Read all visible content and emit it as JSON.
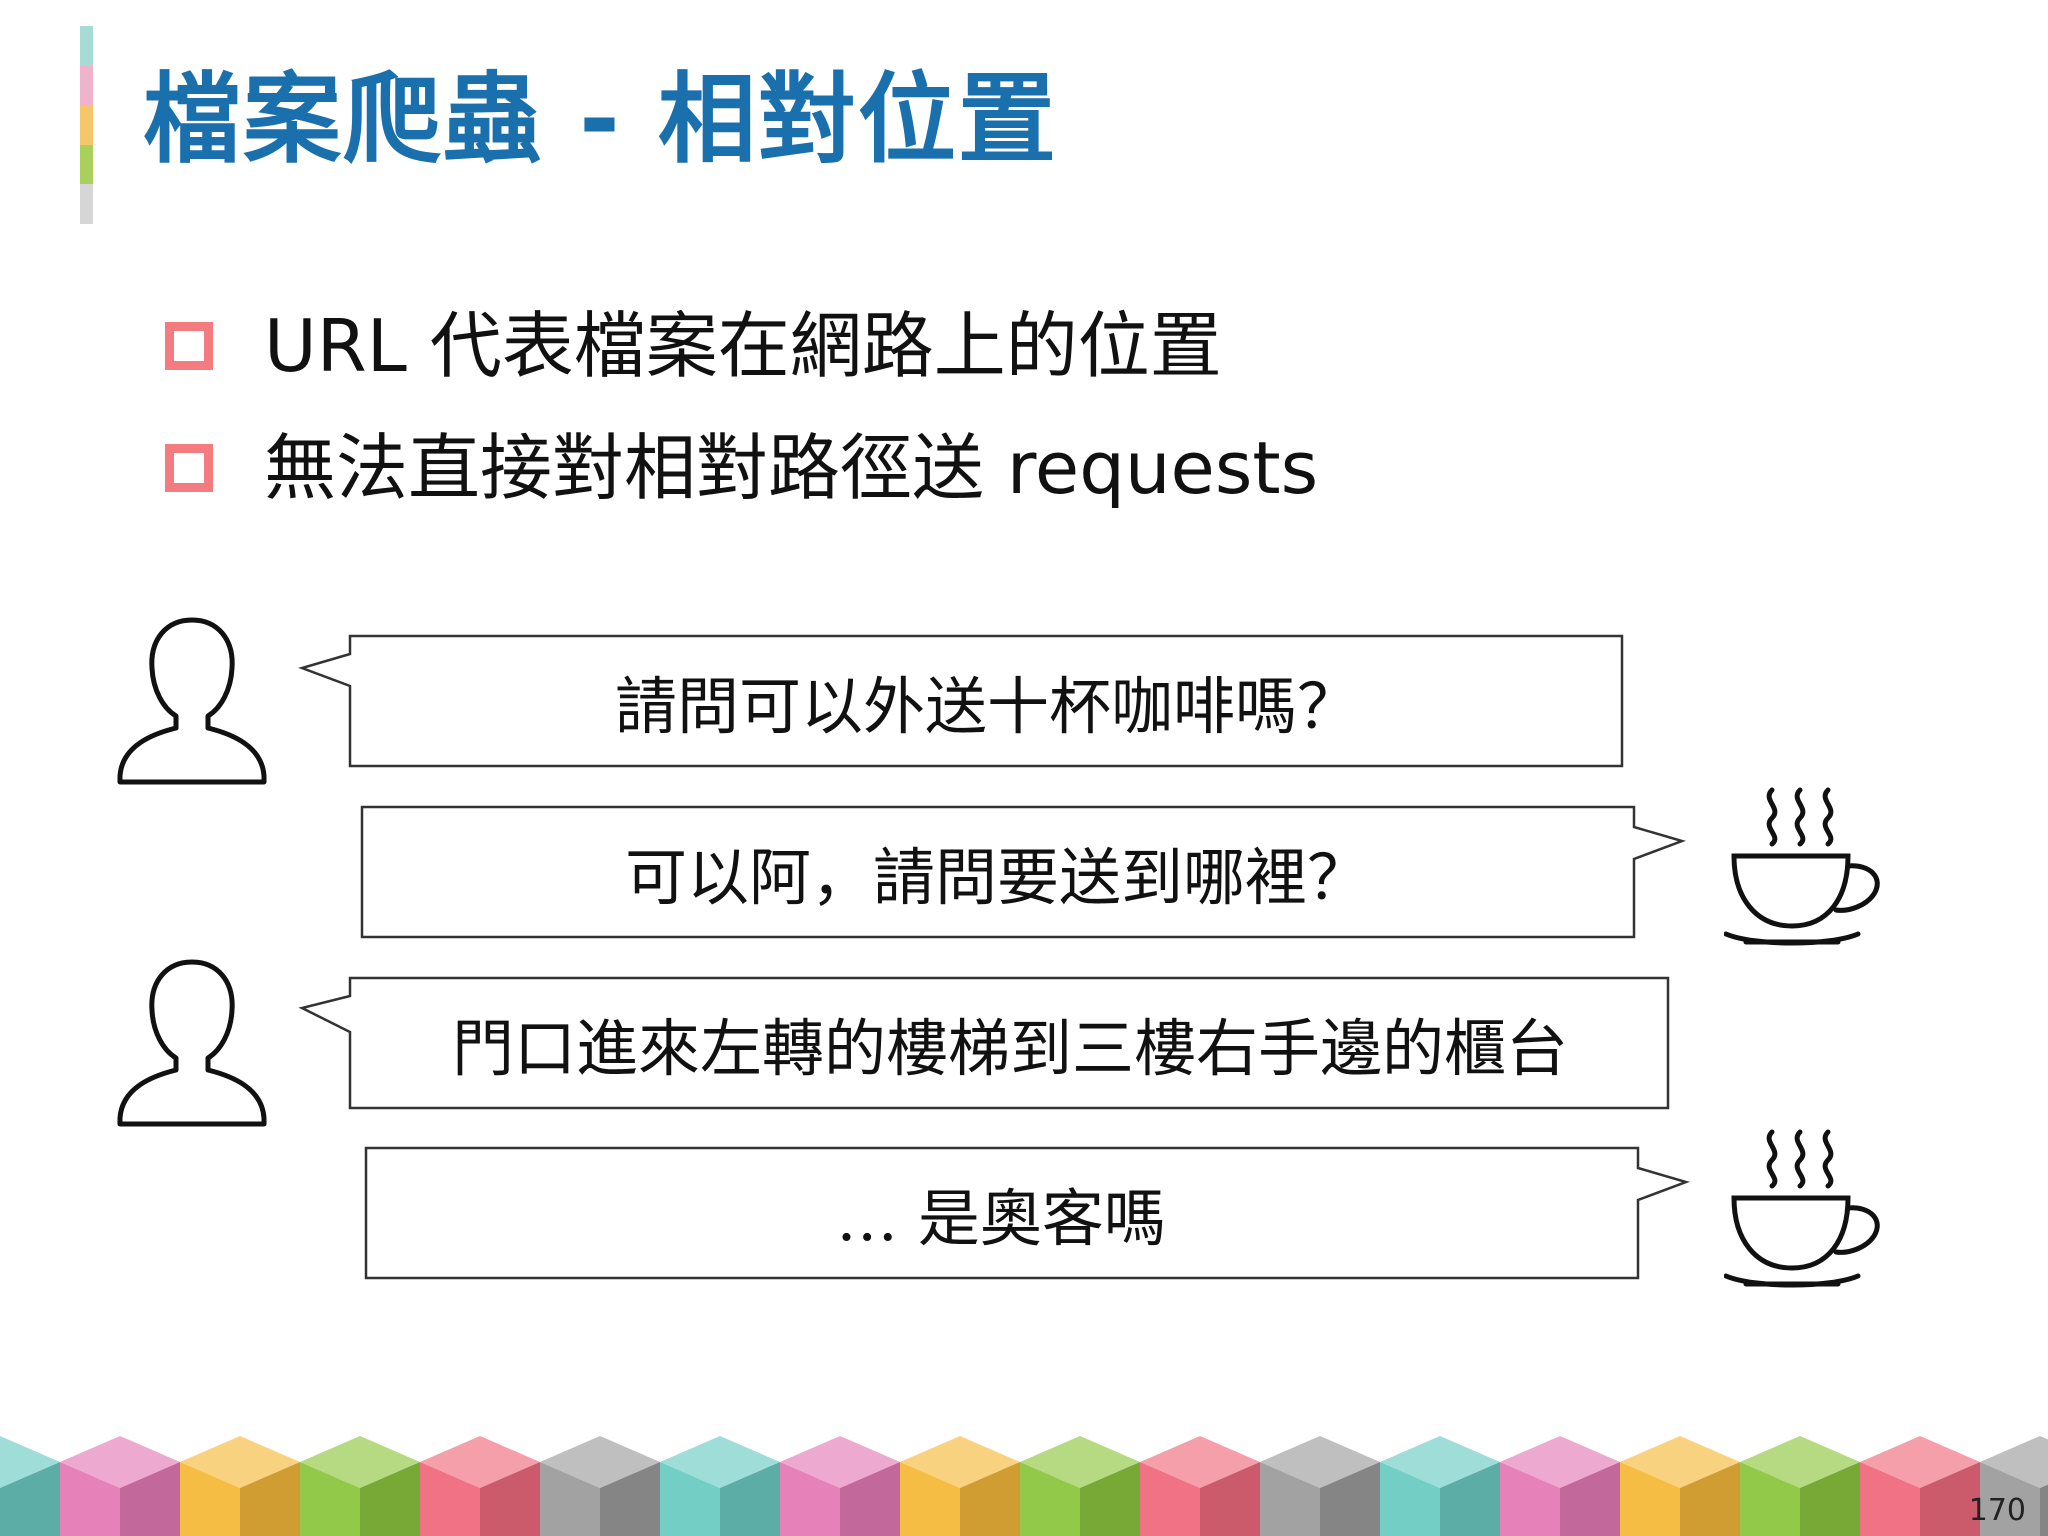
{
  "slide": {
    "title": "檔案爬蟲 - 相對位置",
    "page_number": "170"
  },
  "colors": {
    "title": "#1a6fad",
    "bullet_marker": "#f47c80",
    "accent_bar": [
      "#a8dbd5",
      "#f0b3cc",
      "#f5c76a",
      "#a9cf5c",
      "#d6d6d6"
    ],
    "cubes": [
      "#6ccbc3",
      "#e57ab6",
      "#f5b93b",
      "#8dc63f",
      "#ef6b7e",
      "#9d9d9d"
    ]
  },
  "bullets": [
    {
      "text": "URL 代表檔案在網路上的位置"
    },
    {
      "text": "無法直接對相對路徑送 requests"
    }
  ],
  "dialogue": [
    {
      "speaker": "person",
      "icon": "person-icon",
      "text": "請問可以外送十杯咖啡嗎？"
    },
    {
      "speaker": "cafe",
      "icon": "coffee-cup-icon",
      "text": "可以阿，請問要送到哪裡？"
    },
    {
      "speaker": "person",
      "icon": "person-icon",
      "text": "門口進來左轉的樓梯到三樓右手邊的櫃台"
    },
    {
      "speaker": "cafe",
      "icon": "coffee-cup-icon",
      "text": "… 是奧客嗎"
    }
  ]
}
